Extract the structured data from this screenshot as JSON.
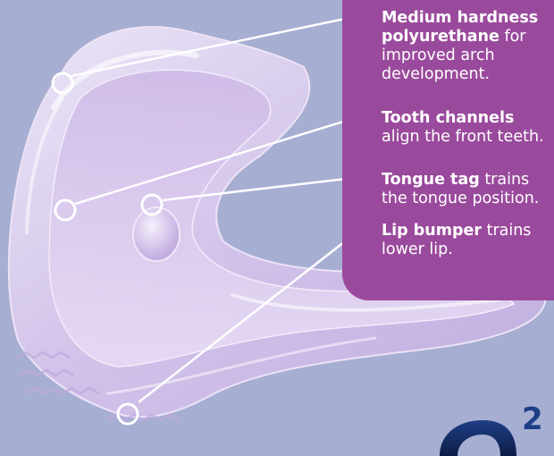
{
  "callouts": [
    {
      "bold": "Medium hardness polyurethane",
      "text": " for improved arch development."
    },
    {
      "bold": "Tooth channels",
      "text": " align the front teeth."
    },
    {
      "bold": "Tongue tag",
      "text": " trains the tongue position."
    },
    {
      "bold": "Lip bumper",
      "text": " trains lower lip."
    }
  ],
  "logo": {
    "mark": "2"
  },
  "colors": {
    "background": "#a6aed2",
    "panel": "#9a4a9c",
    "callout_text": "#ffffff",
    "leader_line": "#ffffff",
    "appliance": "#d9c8ec"
  },
  "icons": [
    "appliance-illustration",
    "leader-circle-icon",
    "brand-logo"
  ]
}
